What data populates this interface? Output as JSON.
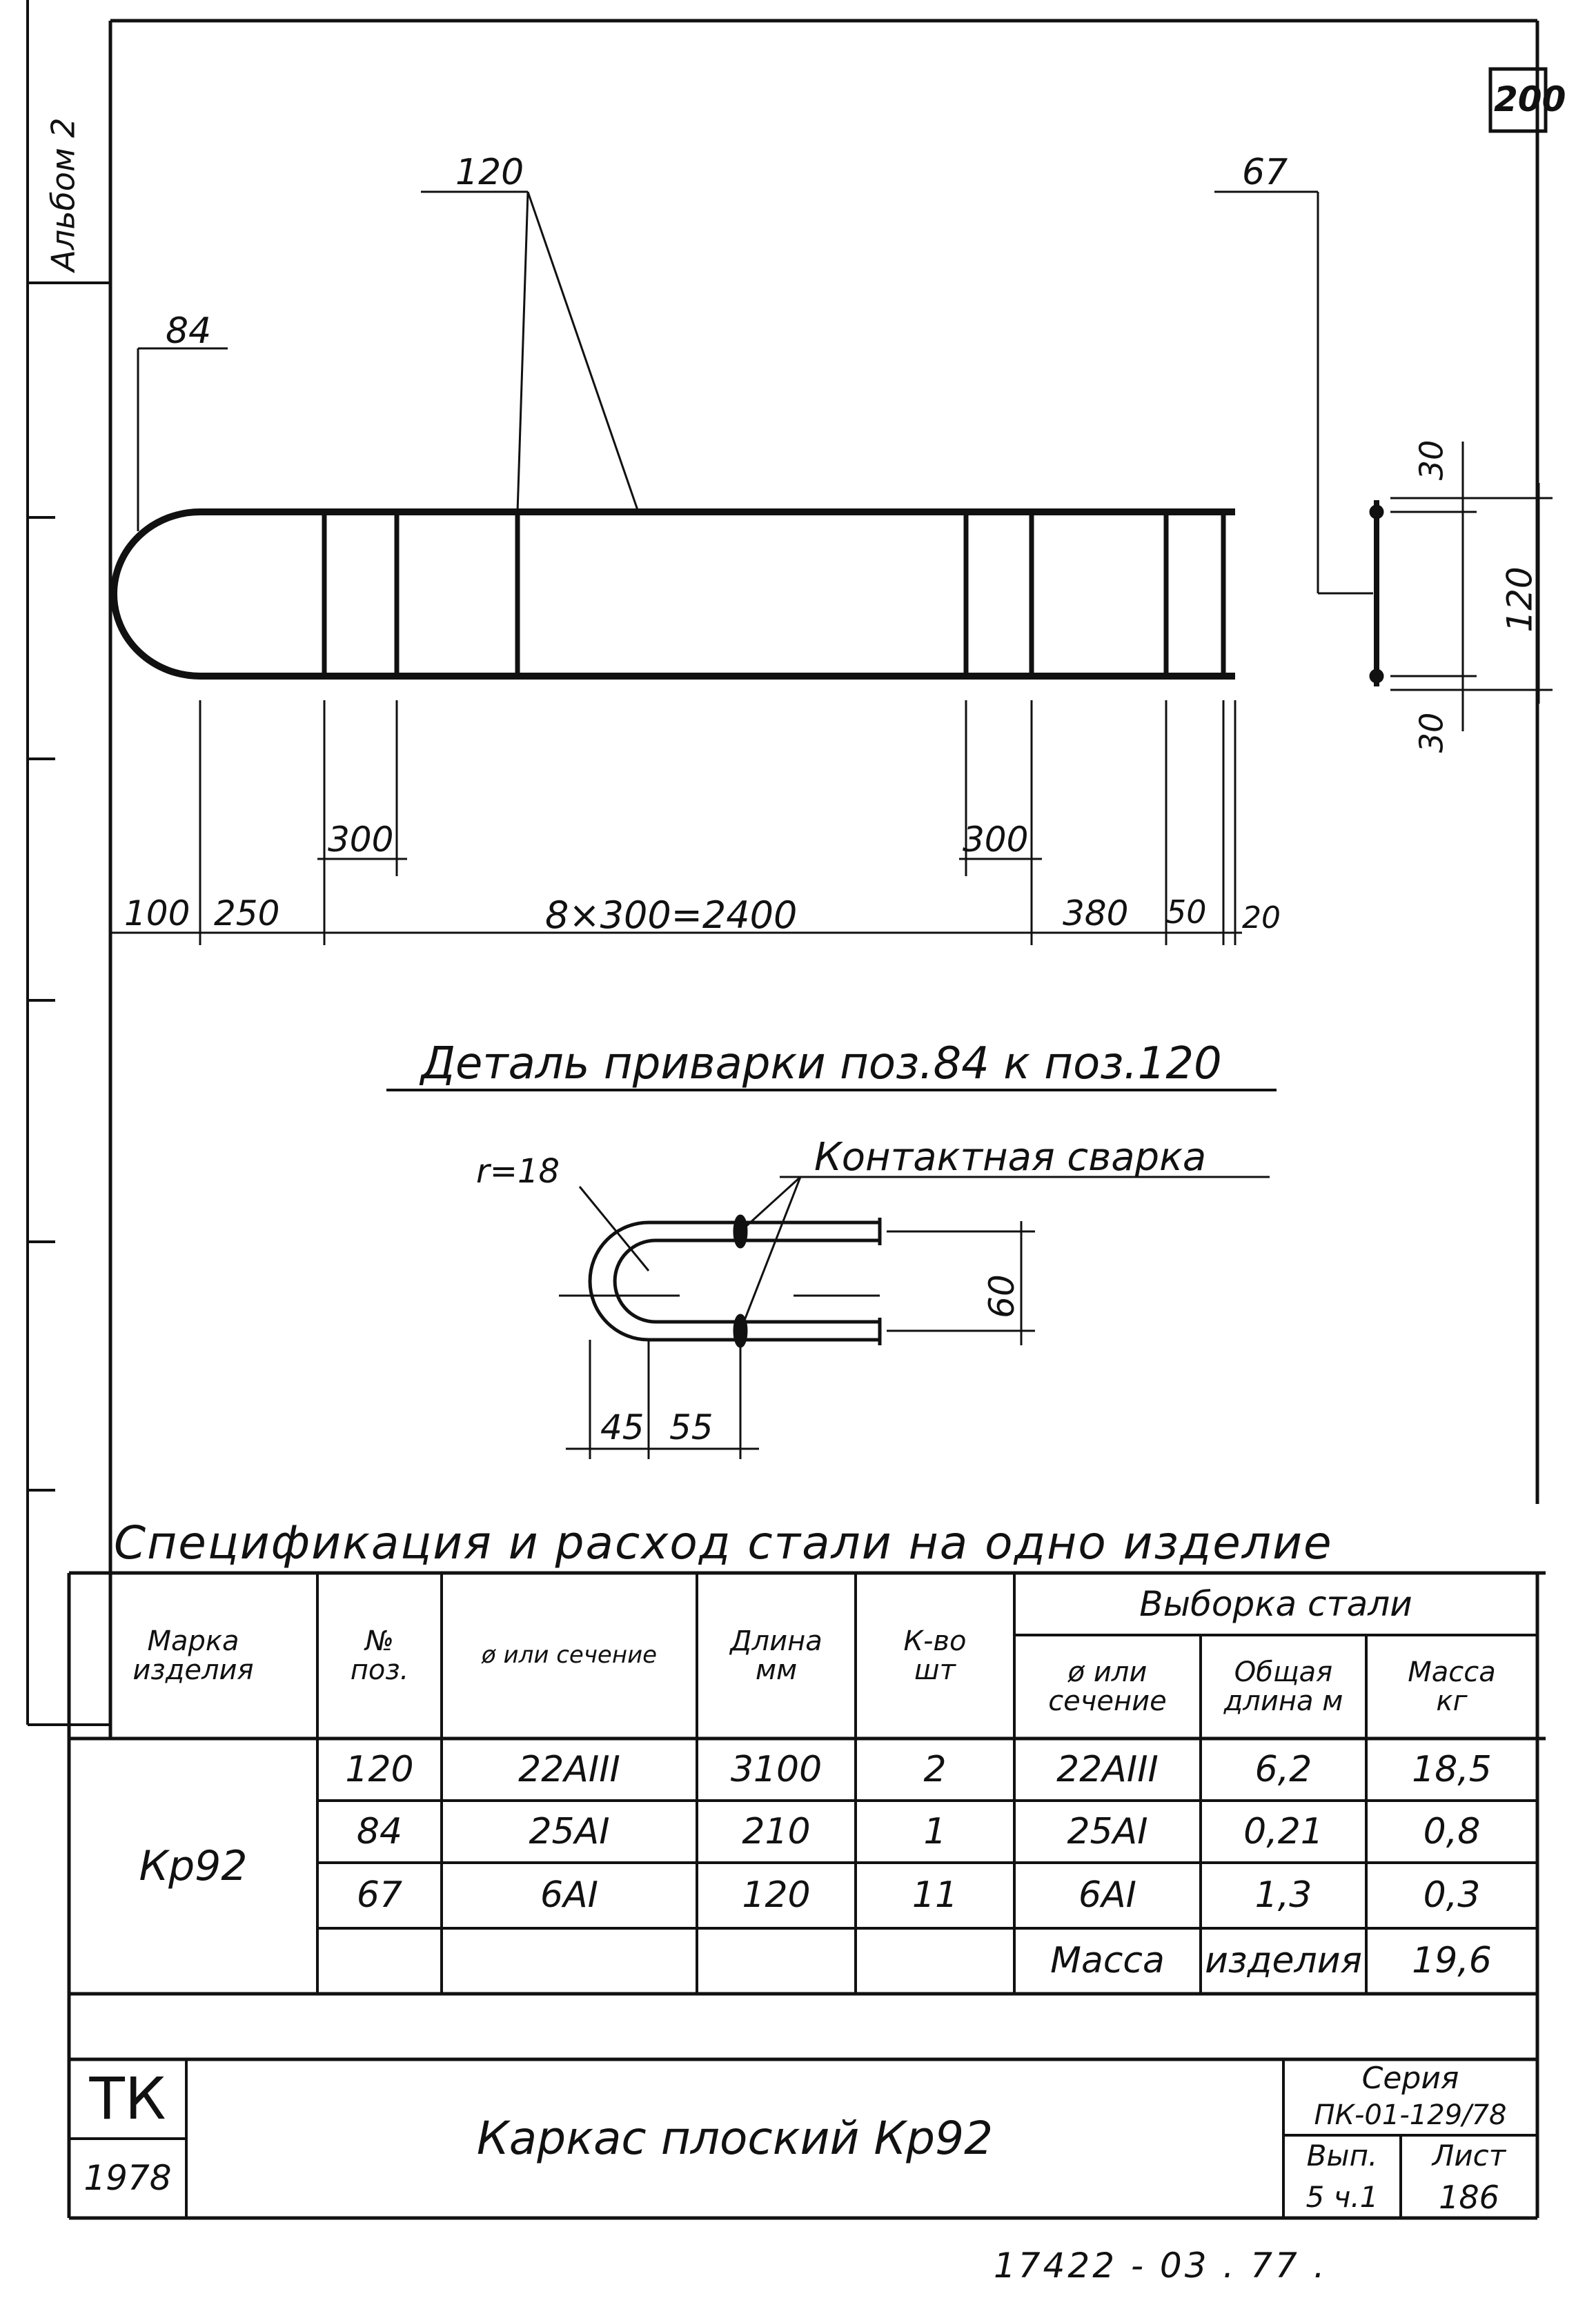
{
  "sheet": {
    "album_label": "Альбом 2",
    "page_number": "200",
    "stamp_number": "17422 - 03 . 77 ."
  },
  "drawing": {
    "pos_120": "120",
    "pos_84": "84",
    "pos_67": "67",
    "dims": {
      "d100": "100",
      "d250": "250",
      "d300a": "300",
      "main": "8×300=2400",
      "d300b": "300",
      "d380": "380",
      "d50": "50",
      "d20": "20",
      "s30top": "30",
      "s120": "120",
      "s30bot": "30"
    }
  },
  "detail": {
    "title": "Деталь приварки поз.84 к поз.120",
    "radius_label": "r=18",
    "weld_label": "Контактная сварка",
    "dim_60": "60",
    "dim_45": "45",
    "dim_55": "55"
  },
  "spec": {
    "title": "Спецификация и расход стали на одно изделие",
    "headers": {
      "marka": "Марка изделия",
      "pos": "№ поз.",
      "section": "ø или сечение",
      "length": "Длина мм",
      "qty": "К-во шт",
      "selection": "Выборка стали",
      "sel_section": "ø или сечение",
      "total_length": "Общая длина м",
      "mass": "Масса кг"
    },
    "product_mark": "Кр92",
    "rows": [
      {
        "pos": "120",
        "section": "22AIII",
        "length": "3100",
        "qty": "2",
        "sel_section": "22AIII",
        "total_length": "6,2",
        "mass": "18,5"
      },
      {
        "pos": "84",
        "section": "25AI",
        "length": "210",
        "qty": "1",
        "sel_section": "25AI",
        "total_length": "0,21",
        "mass": "0,8"
      },
      {
        "pos": "67",
        "section": "6AI",
        "length": "120",
        "qty": "11",
        "sel_section": "6AI",
        "total_length": "1,3",
        "mass": "0,3"
      }
    ],
    "total_label_1": "Масса",
    "total_label_2": "изделия",
    "total_value": "19,6"
  },
  "title_block": {
    "org": "ТК",
    "year": "1978",
    "name": "Каркас плоский Кр92",
    "series_label": "Серия",
    "series_value": "ПК-01-129/78",
    "issue_label": "Вып.",
    "issue_value": "5 ч.1",
    "sheet_label": "Лист",
    "sheet_value": "186"
  }
}
